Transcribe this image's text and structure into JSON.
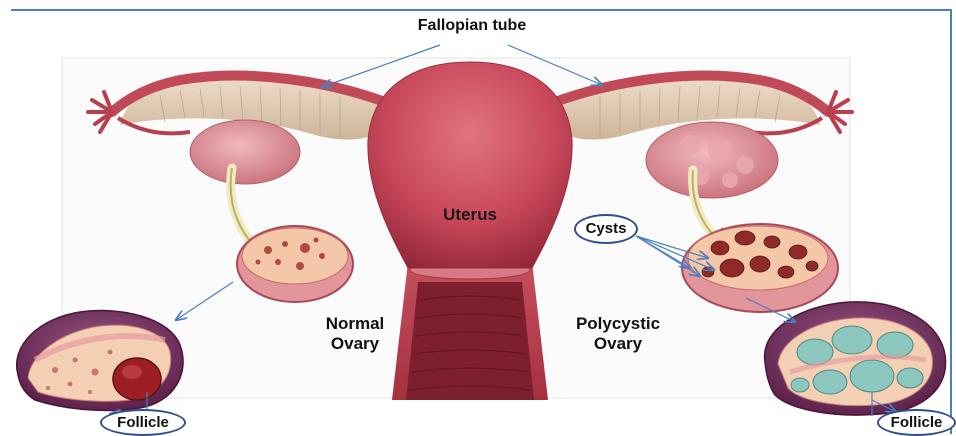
{
  "labels": {
    "fallopian_tube": "Fallopian tube",
    "uterus": "Uterus",
    "normal_ovary": "Normal\nOvary",
    "polycystic_ovary": "Polycystic\nOvary",
    "cysts": "Cysts",
    "follicle_left": "Follicle",
    "follicle_right": "Follicle"
  },
  "colors": {
    "frame_blue": "#4a7fc0",
    "bubble_border": "#2f4f8f",
    "uterus_pink": "#c8485a",
    "ovary_pink": "#dc8f96",
    "cyst_red": "#8e2a28",
    "follicle_teal": "#8cc7bf",
    "ovary_purple": "#6e2a58",
    "pointer_olive": "#8a8a2e"
  }
}
